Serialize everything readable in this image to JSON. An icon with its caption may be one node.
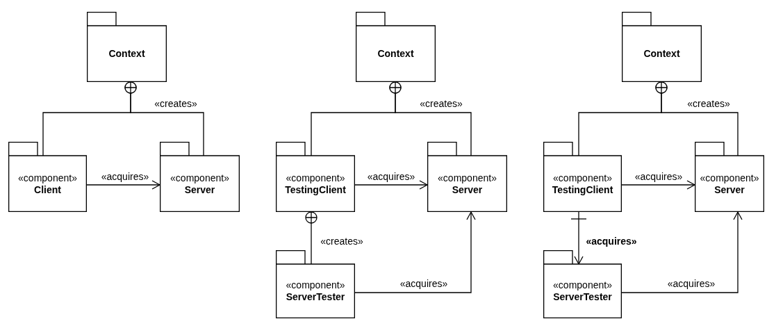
{
  "diagram": {
    "nodes": [
      {
        "text": [
          "Context"
        ]
      },
      {
        "text": [
          "«component»",
          "Client"
        ]
      },
      {
        "text": [
          "«component»",
          "Server"
        ]
      },
      {
        "text": [
          "Context"
        ]
      },
      {
        "text": [
          "«component»",
          "TestingClient"
        ]
      },
      {
        "text": [
          "«component»",
          "Server"
        ]
      },
      {
        "text": [
          "«component»",
          "ServerTester"
        ]
      },
      {
        "text": [
          "Context"
        ]
      },
      {
        "text": [
          "«component»",
          "TestingClient"
        ]
      },
      {
        "text": [
          "«component»",
          "Server"
        ]
      },
      {
        "text": [
          "«component»",
          "ServerTester"
        ]
      }
    ],
    "edges": [
      {
        "from": 0,
        "to": 1,
        "arrow": "other"
      },
      {
        "from": 0,
        "to": 2,
        "arrow": "other",
        "label": "«creates»"
      },
      {
        "from": 1,
        "to": 2,
        "arrow": "to",
        "label": "«acquires»"
      },
      {
        "from": 3,
        "to": 4,
        "arrow": "other"
      },
      {
        "from": 3,
        "to": 5,
        "arrow": "other",
        "label": "«creates»"
      },
      {
        "from": 4,
        "to": 5,
        "arrow": "to",
        "label": "«acquires»"
      },
      {
        "from": 4,
        "to": 6,
        "arrow": "other",
        "label": "«creates»"
      },
      {
        "from": 6,
        "to": 5,
        "arrow": "to",
        "label": "«acquires»"
      },
      {
        "from": 7,
        "to": 8,
        "arrow": "other"
      },
      {
        "from": 7,
        "to": 9,
        "arrow": "other",
        "label": "«creates»"
      },
      {
        "from": 8,
        "to": 9,
        "arrow": "to",
        "label": "«acquires»"
      },
      {
        "from": 8,
        "to": 10,
        "arrow": "to",
        "label": "«acquires»"
      },
      {
        "from": 10,
        "to": 9,
        "arrow": "to",
        "label": "«acquires»"
      }
    ]
  }
}
